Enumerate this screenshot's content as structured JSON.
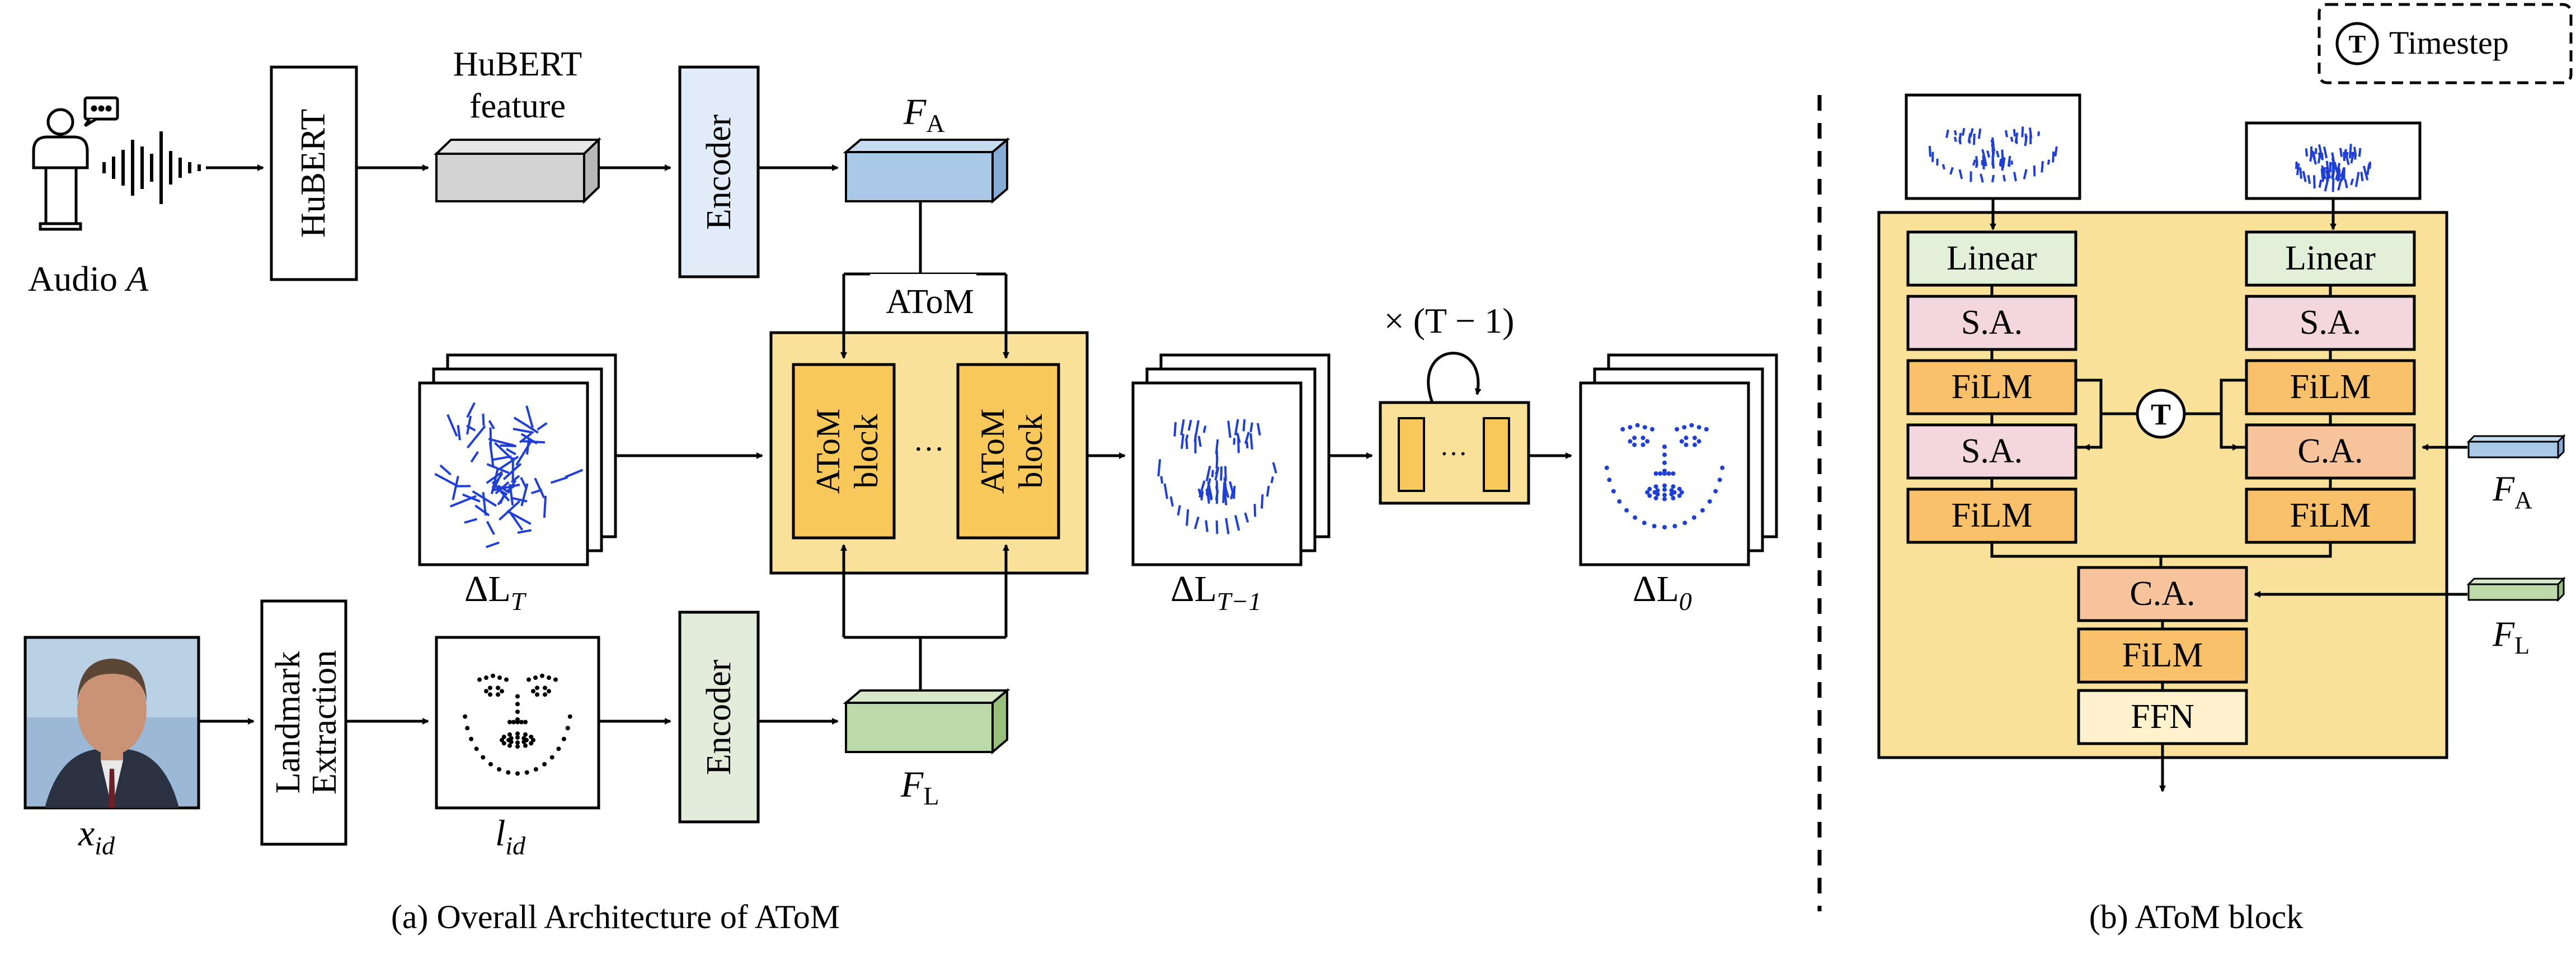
{
  "legend": {
    "symbol": "T",
    "label": "Timestep"
  },
  "left": {
    "audio_label_prefix": "Audio ",
    "audio_label_var": "A",
    "hubert_block": "HuBERT",
    "hubert_feature_line1": "HuBERT",
    "hubert_feature_line2": "feature",
    "encoder_top": "Encoder",
    "fa_var": "F",
    "fa_sub": "A",
    "atom_label": "AToM",
    "atom_block_line1": "AToM",
    "atom_block_line2": "block",
    "ellipsis": "···",
    "delta_lt_prefix": "ΔL",
    "delta_lt_sub": "T",
    "delta_lt1_prefix": "ΔL",
    "delta_lt1_sub": "T−1",
    "repeat_label": "× (T − 1)",
    "delta_l0_prefix": "ΔL",
    "delta_l0_sub": "0",
    "landmark_line1": "Landmark",
    "landmark_line2": "Extraction",
    "xid_var": "x",
    "xid_sub": "id",
    "lid_var": "l",
    "lid_sub": "id",
    "encoder_bottom": "Encoder",
    "fl_var": "F",
    "fl_sub": "L",
    "caption": "(a) Overall Architecture of AToM"
  },
  "right": {
    "linear": "Linear",
    "sa": "S.A.",
    "film": "FiLM",
    "ca": "C.A.",
    "ffn": "FFN",
    "timestep_symbol": "T",
    "fa_var": "F",
    "fa_sub": "A",
    "fl_var": "F",
    "fl_sub": "L",
    "caption": "(b) AToM block"
  },
  "colors": {
    "atom_bg": "#fbe29a",
    "block_fill": "#f9c85a",
    "encoder_top": "#e2ecf8",
    "encoder_bottom": "#e3ecdb",
    "fa_prism": "#aac8e8",
    "fl_prism": "#bcd9aa",
    "hubert_prism": "#d2d2d2",
    "linear": "#e2efd9",
    "sa": "#f4d6df",
    "film": "#f9c06a",
    "ca": "#f8c49c",
    "ffn": "#fff2cc",
    "landmark_blue": "#1f3fd6"
  }
}
